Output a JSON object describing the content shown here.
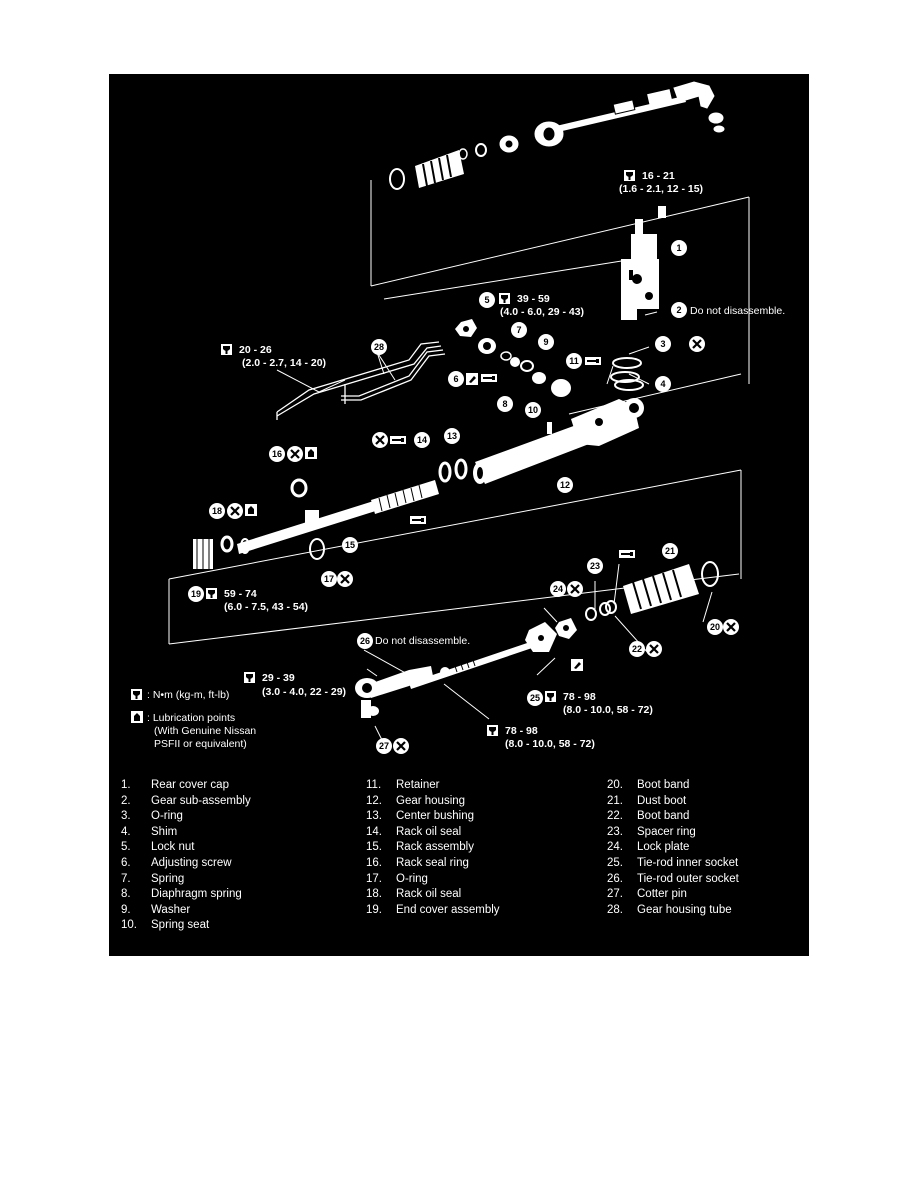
{
  "torque": {
    "t16_21": [
      "16 - 21",
      "(1.6 - 2.1, 12 - 15)"
    ],
    "t39_59": [
      "39 - 59",
      "(4.0 - 6.0, 29 - 43)"
    ],
    "t20_26": [
      "20 - 26",
      "(2.0 - 2.7, 14 - 20)"
    ],
    "t59_74": [
      "59 - 74",
      "(6.0 - 7.5, 43 - 54)"
    ],
    "t29_39": [
      "29 - 39",
      "(3.0 - 4.0, 22 - 29)"
    ],
    "t78_98a": [
      "78 - 98",
      "(8.0 - 10.0, 58 - 72)"
    ],
    "t78_98b": [
      "78 - 98",
      "(8.0 - 10.0, 58 - 72)"
    ]
  },
  "notes": {
    "do_not_disassemble_2": "Do not disassemble.",
    "do_not_disassemble_26": "Do not disassemble."
  },
  "key": {
    "torque_units": ": N•m (kg-m, ft-lb)",
    "lube_line1": ": Lubrication points",
    "lube_line2": "(With Genuine Nissan",
    "lube_line3": "PSFII or equivalent)"
  },
  "callouts": [
    "1",
    "2",
    "3",
    "4",
    "5",
    "6",
    "7",
    "8",
    "9",
    "10",
    "11",
    "12",
    "13",
    "14",
    "15",
    "16",
    "17",
    "18",
    "19",
    "20",
    "21",
    "22",
    "23",
    "24",
    "25",
    "26",
    "27",
    "28"
  ],
  "legend": {
    "col1": [
      {
        "n": "1.",
        "t": "Rear cover cap"
      },
      {
        "n": "2.",
        "t": "Gear sub-assembly"
      },
      {
        "n": "3.",
        "t": "O-ring"
      },
      {
        "n": "4.",
        "t": "Shim"
      },
      {
        "n": "5.",
        "t": "Lock nut"
      },
      {
        "n": "6.",
        "t": "Adjusting screw"
      },
      {
        "n": "7.",
        "t": "Spring"
      },
      {
        "n": "8.",
        "t": "Diaphragm spring"
      },
      {
        "n": "9.",
        "t": "Washer"
      },
      {
        "n": "10.",
        "t": "Spring seat"
      }
    ],
    "col2": [
      {
        "n": "11.",
        "t": "Retainer"
      },
      {
        "n": "12.",
        "t": "Gear housing"
      },
      {
        "n": "13.",
        "t": "Center bushing"
      },
      {
        "n": "14.",
        "t": "Rack oil seal"
      },
      {
        "n": "15.",
        "t": "Rack assembly"
      },
      {
        "n": "16.",
        "t": "Rack seal ring"
      },
      {
        "n": "17.",
        "t": "O-ring"
      },
      {
        "n": "18.",
        "t": "Rack oil seal"
      },
      {
        "n": "19.",
        "t": "End cover assembly"
      }
    ],
    "col3": [
      {
        "n": "20.",
        "t": "Boot band"
      },
      {
        "n": "21.",
        "t": "Dust boot"
      },
      {
        "n": "22.",
        "t": "Boot band"
      },
      {
        "n": "23.",
        "t": "Spacer ring"
      },
      {
        "n": "24.",
        "t": "Lock plate"
      },
      {
        "n": "25.",
        "t": "Tie-rod inner socket"
      },
      {
        "n": "26.",
        "t": "Tie-rod outer socket"
      },
      {
        "n": "27.",
        "t": "Cotter pin"
      },
      {
        "n": "28.",
        "t": "Gear housing tube"
      }
    ]
  }
}
